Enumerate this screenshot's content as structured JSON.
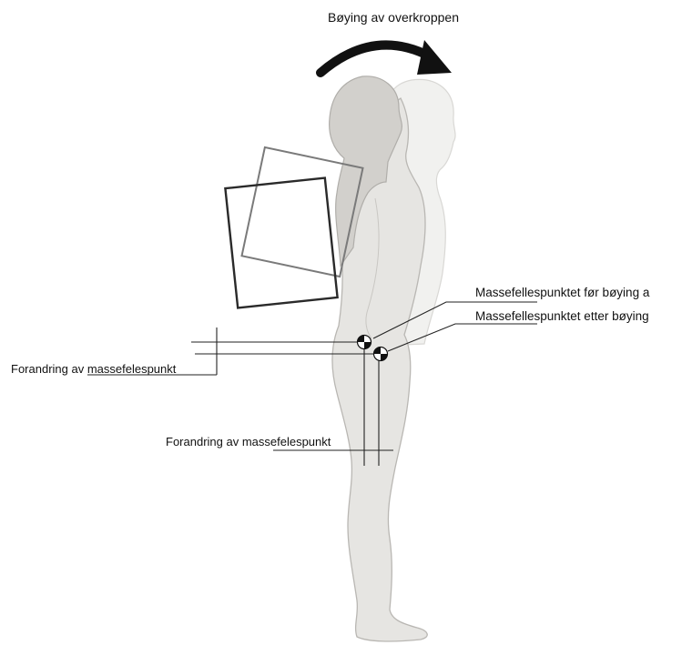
{
  "title": "Bøying av overkroppen",
  "labels": {
    "com_before": "Massefellespunktet før bøying a",
    "com_after": "Massefellespunktet etter bøying",
    "shift_horizontal": "Forandring av massefelespunkt",
    "shift_vertical": "Forandring av massefelespunkt"
  },
  "colors": {
    "body_fill": "#e6e5e2",
    "body_fill_leaning": "#d2d0cc",
    "body_fill_ghost": "#f1f1ef",
    "outline": "#b9b7b3",
    "line": "#222222",
    "arrow": "#111111"
  },
  "icons": {
    "bend_arrow": "curved-arrow-icon",
    "com_marker": "center-of-mass-icon"
  }
}
